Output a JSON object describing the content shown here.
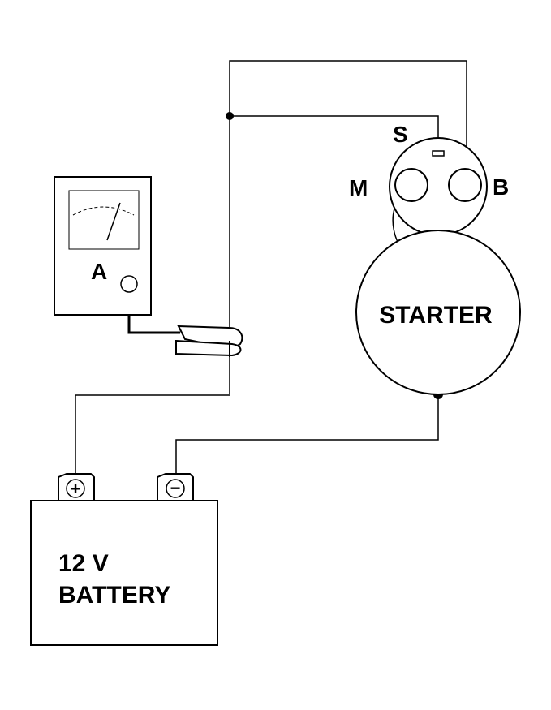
{
  "diagram": {
    "ammeter": {
      "label": "A"
    },
    "starter": {
      "label": "STARTER",
      "terminal_s": "S",
      "terminal_m": "M",
      "terminal_b": "B"
    },
    "battery": {
      "line1": "12 V",
      "line2": "BATTERY",
      "positive_symbol": "+",
      "negative_symbol": "−"
    }
  }
}
